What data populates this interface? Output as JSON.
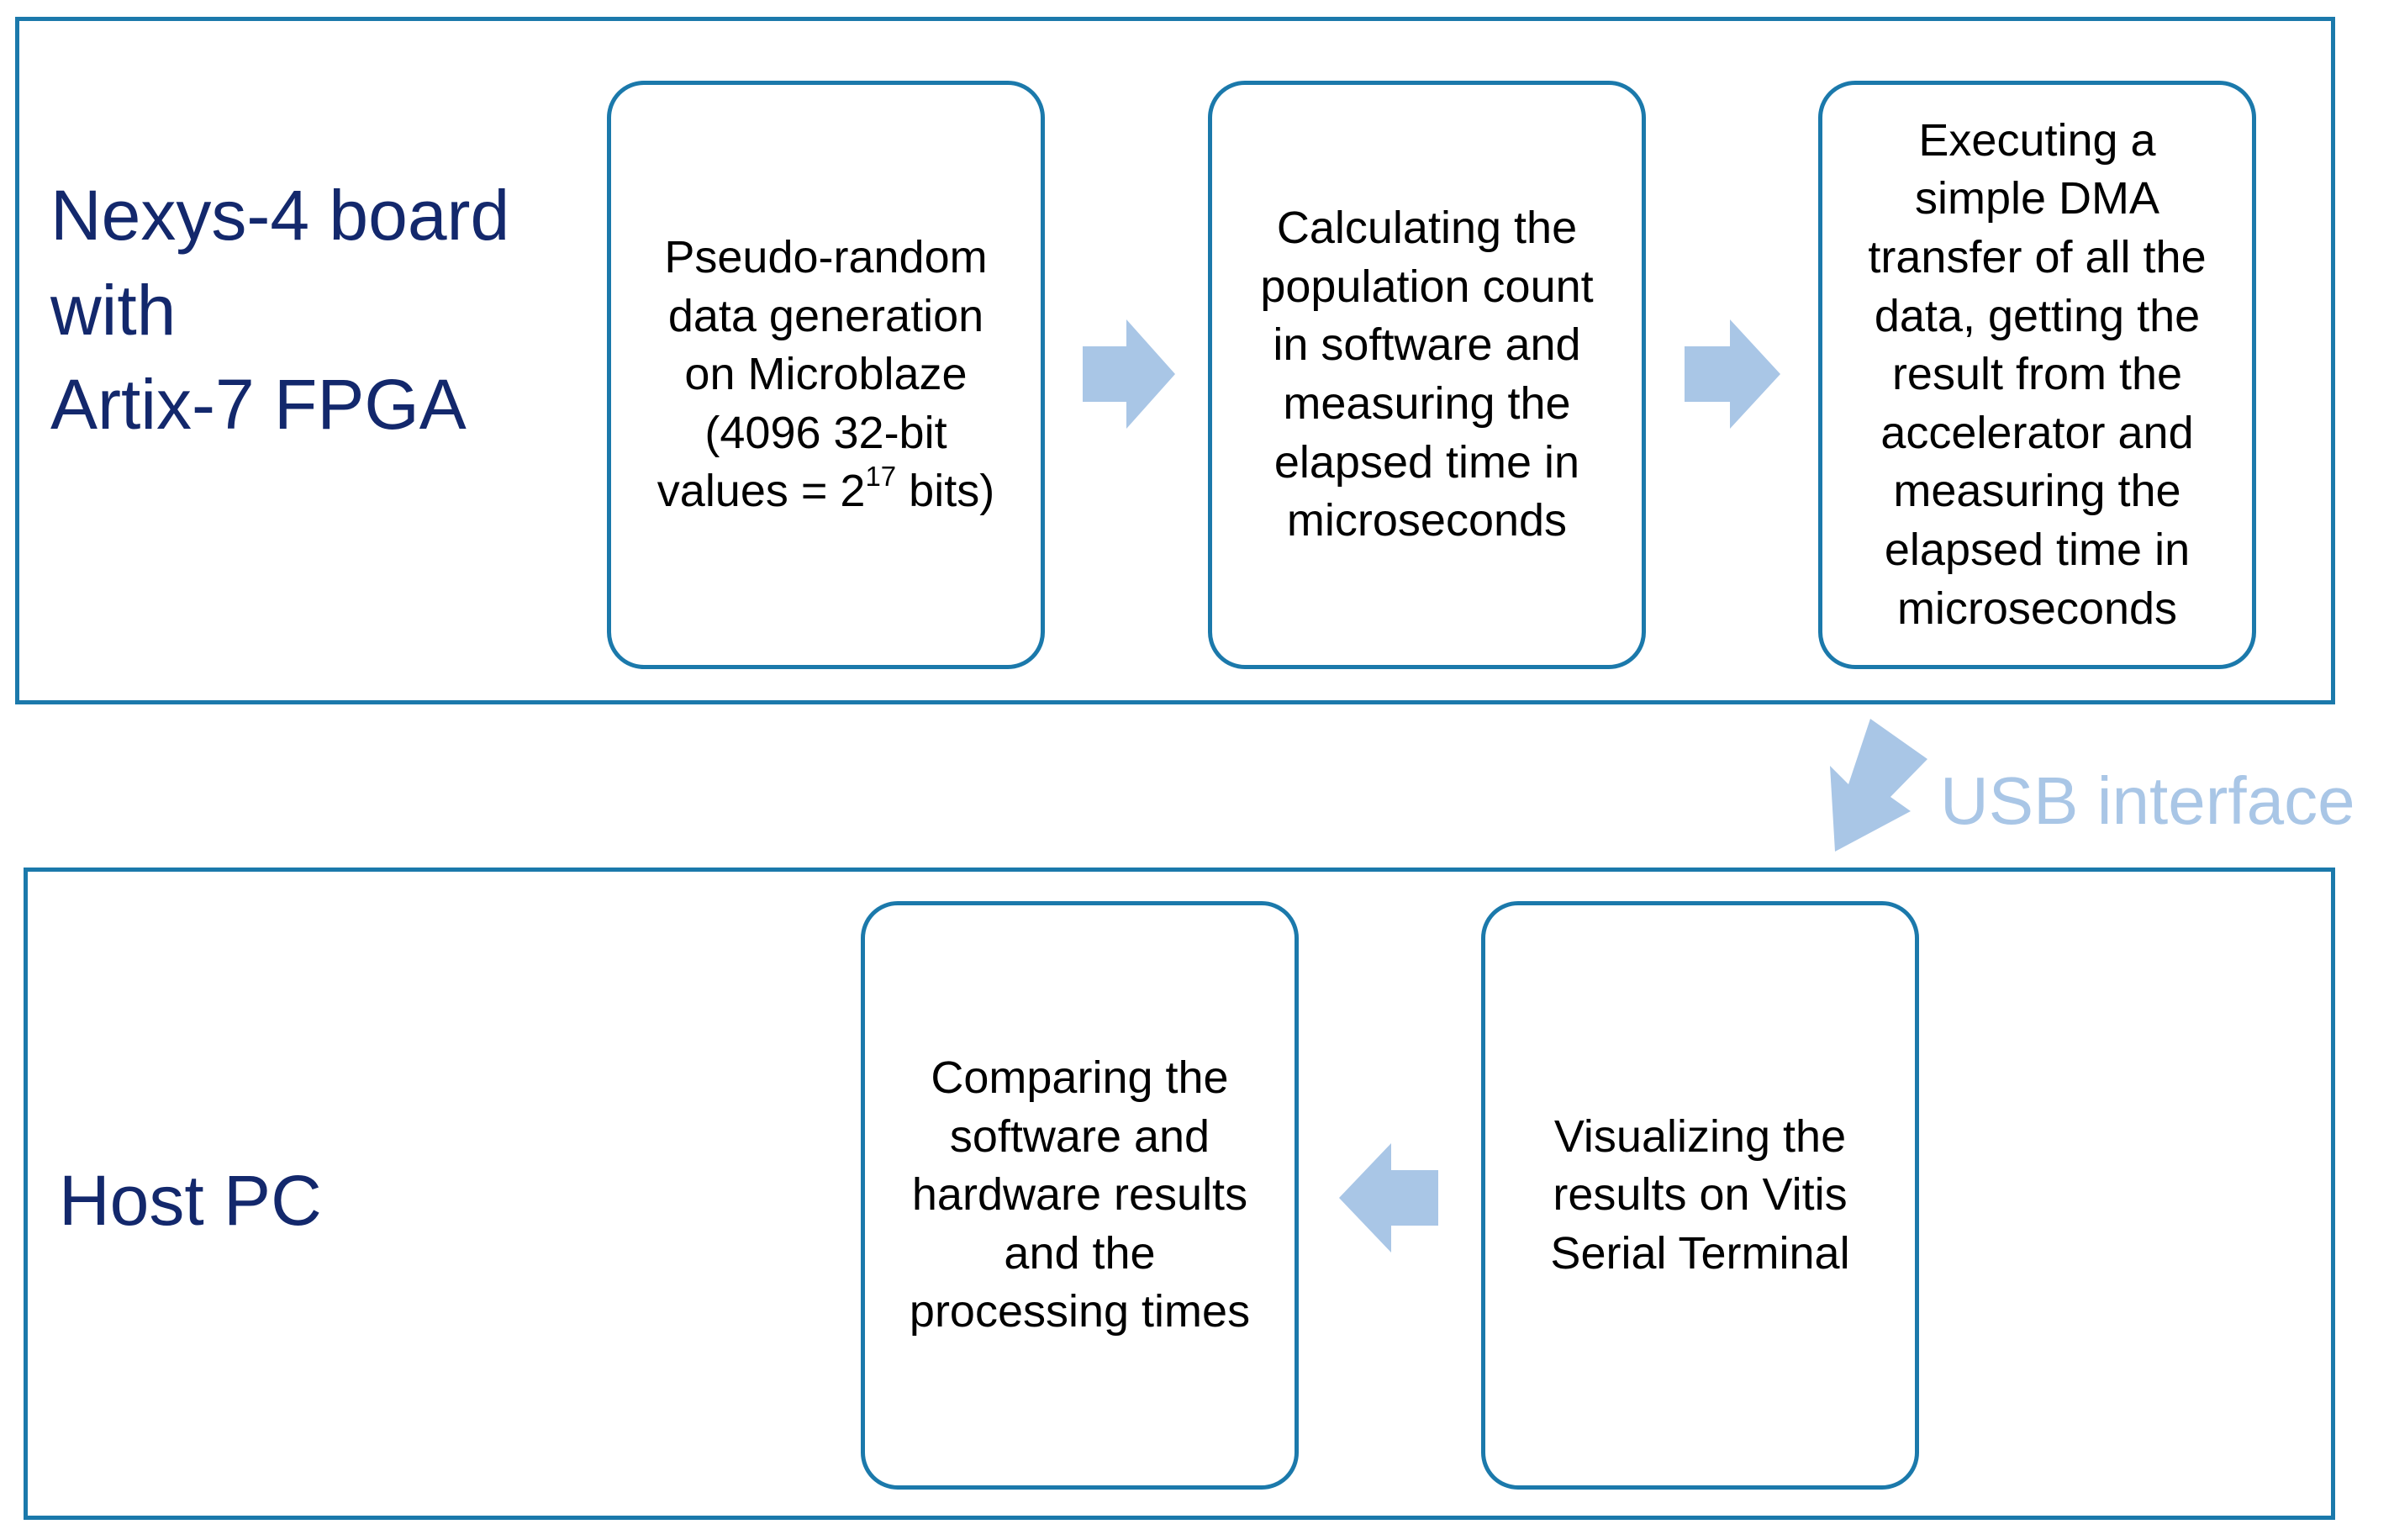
{
  "board": {
    "label_lines": [
      "Nexys-4 board",
      "with",
      "Artix-7 FPGA"
    ],
    "steps": [
      {
        "lines": [
          "Pseudo-random",
          "data generation",
          "on Microblaze",
          "(4096 32-bit"
        ],
        "last_line_prefix": "values = 2",
        "last_line_superscript": "17",
        "last_line_suffix": " bits)"
      },
      {
        "lines": [
          "Calculating the",
          "population count",
          "in software and",
          "measuring the",
          "elapsed time in",
          "microseconds"
        ]
      },
      {
        "lines": [
          "Executing a",
          "simple DMA",
          "transfer of all the",
          "data, getting the",
          "result from the",
          "accelerator and",
          "measuring the",
          "elapsed time in",
          "microseconds"
        ]
      }
    ]
  },
  "connector": {
    "label": "USB interface"
  },
  "host": {
    "label": "Host PC",
    "steps": [
      {
        "lines": [
          "Visualizing the",
          "results on Vitis",
          "Serial Terminal"
        ]
      },
      {
        "lines": [
          "Comparing the",
          "software and",
          "hardware results",
          "and the",
          "processing times"
        ]
      }
    ]
  },
  "colors": {
    "border": "#1b79ab",
    "label_text": "#13286c",
    "arrow_fill": "#a9c6e6"
  }
}
